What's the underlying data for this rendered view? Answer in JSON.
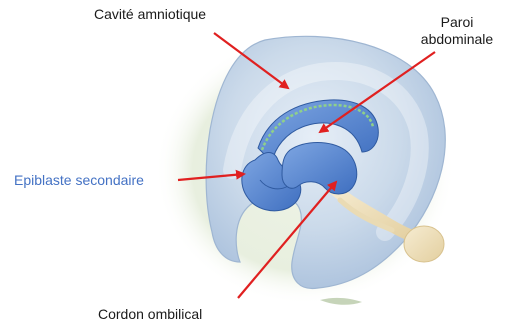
{
  "labels": {
    "cavite_amniotique": "Cavité amniotique",
    "paroi_line1": "Paroi",
    "paroi_line2": "abdominale",
    "epiblaste_secondaire": "Epiblaste secondaire",
    "cordon_ombilical": "Cordon ombilical"
  },
  "colors": {
    "arrow": "#e02020",
    "epiblaste_label": "#4472c4",
    "text": "#1a1a1a",
    "amniotic_fill": "#b9cfe6",
    "embryo_fill": "#5b8fd6",
    "cord_fill": "#f2e3bf"
  }
}
